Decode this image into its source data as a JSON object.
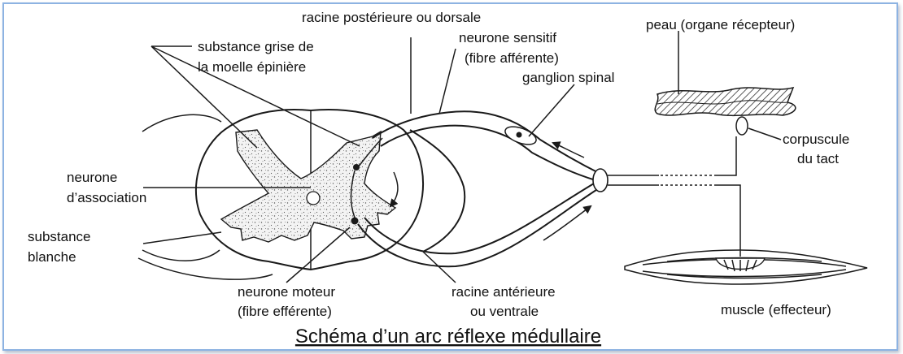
{
  "title": "Schéma d’un arc réflexe médullaire",
  "labels": {
    "substance_grise_1": "substance grise de",
    "substance_grise_2": "la moelle épinière",
    "racine_posterieure": "racine postérieure ou dorsale",
    "neurone_sensitif_1": "neurone sensitif",
    "neurone_sensitif_2": "(fibre afférente)",
    "ganglion_spinal": "ganglion spinal",
    "peau": "peau (organe récepteur)",
    "corpuscule_1": "corpuscule",
    "corpuscule_2": "du tact",
    "neurone_association_1": "neurone",
    "neurone_association_2": "d’association",
    "substance_blanche_1": "substance",
    "substance_blanche_2": "blanche",
    "neurone_moteur_1": "neurone moteur",
    "neurone_moteur_2": "(fibre efférente)",
    "racine_anterieure_1": "racine antérieure",
    "racine_anterieure_2": "ou ventrale",
    "muscle": "muscle (effecteur)"
  },
  "colors": {
    "frame_border": "#8db3e2",
    "ink": "#1a1a1a"
  }
}
